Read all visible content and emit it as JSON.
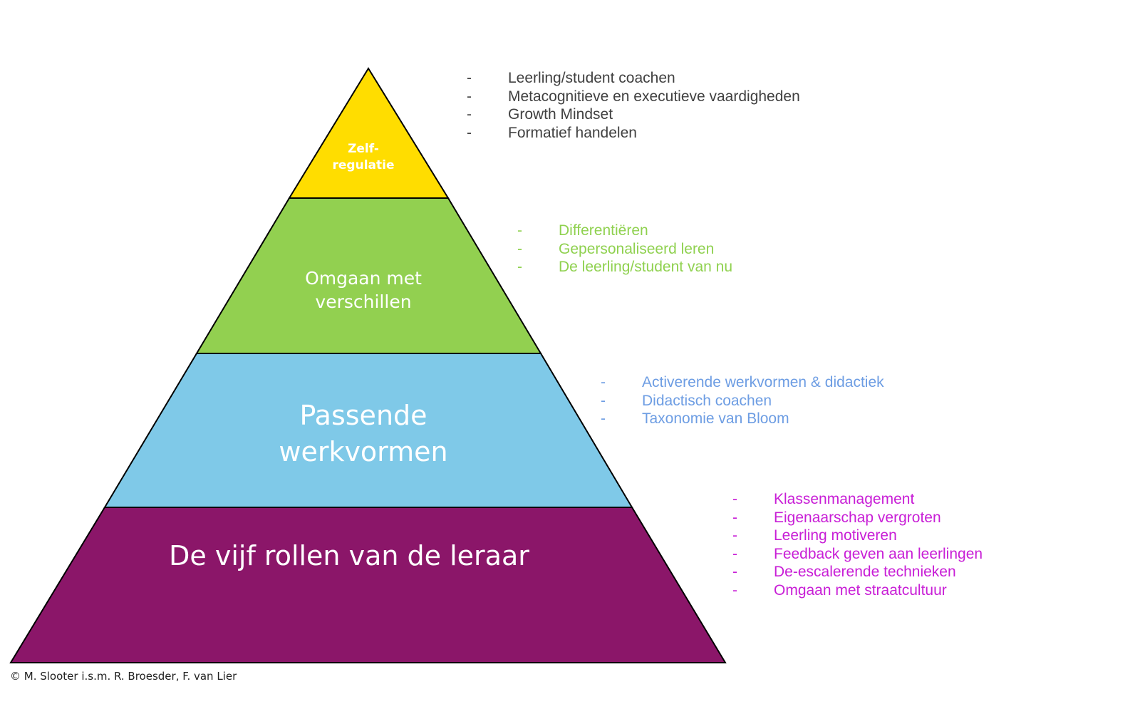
{
  "tiers": [
    {
      "id": "top",
      "lines": [
        "Zelf-",
        "regulatie"
      ],
      "color": "#ffdd00"
    },
    {
      "id": "mid2",
      "lines": [
        "Omgaan met",
        "verschillen"
      ],
      "color": "#92d050"
    },
    {
      "id": "mid1",
      "lines": [
        "Passende",
        "werkvormen"
      ],
      "color": "#7fc9e8"
    },
    {
      "id": "base",
      "lines": [
        "De vijf rollen van de leraar"
      ],
      "color": "#8b1669"
    }
  ],
  "lists": {
    "top": {
      "color": "#404040",
      "items": [
        "Leerling/student coachen",
        "Metacognitieve en executieve vaardigheden",
        "Growth Mindset",
        "Formatief handelen"
      ]
    },
    "mid2": {
      "color": "#8fd14f",
      "items": [
        "Differentiëren",
        "Gepersonaliseerd leren",
        "De leerling/student van nu"
      ]
    },
    "mid1": {
      "color": "#6d9de3",
      "items": [
        "Activerende werkvormen & didactiek",
        "Didactisch coachen",
        "Taxonomie van Bloom"
      ]
    },
    "base": {
      "color": "#c81ed6",
      "items": [
        "Klassenmanagement",
        "Eigenaarschap vergroten",
        "Leerling motiveren",
        "Feedback geven aan leerlingen",
        "De-escalerende technieken",
        "Omgaan met straatcultuur"
      ]
    }
  },
  "bullet": "-",
  "copyright": "© M. Slooter i.s.m. R. Broesder, F. van Lier"
}
